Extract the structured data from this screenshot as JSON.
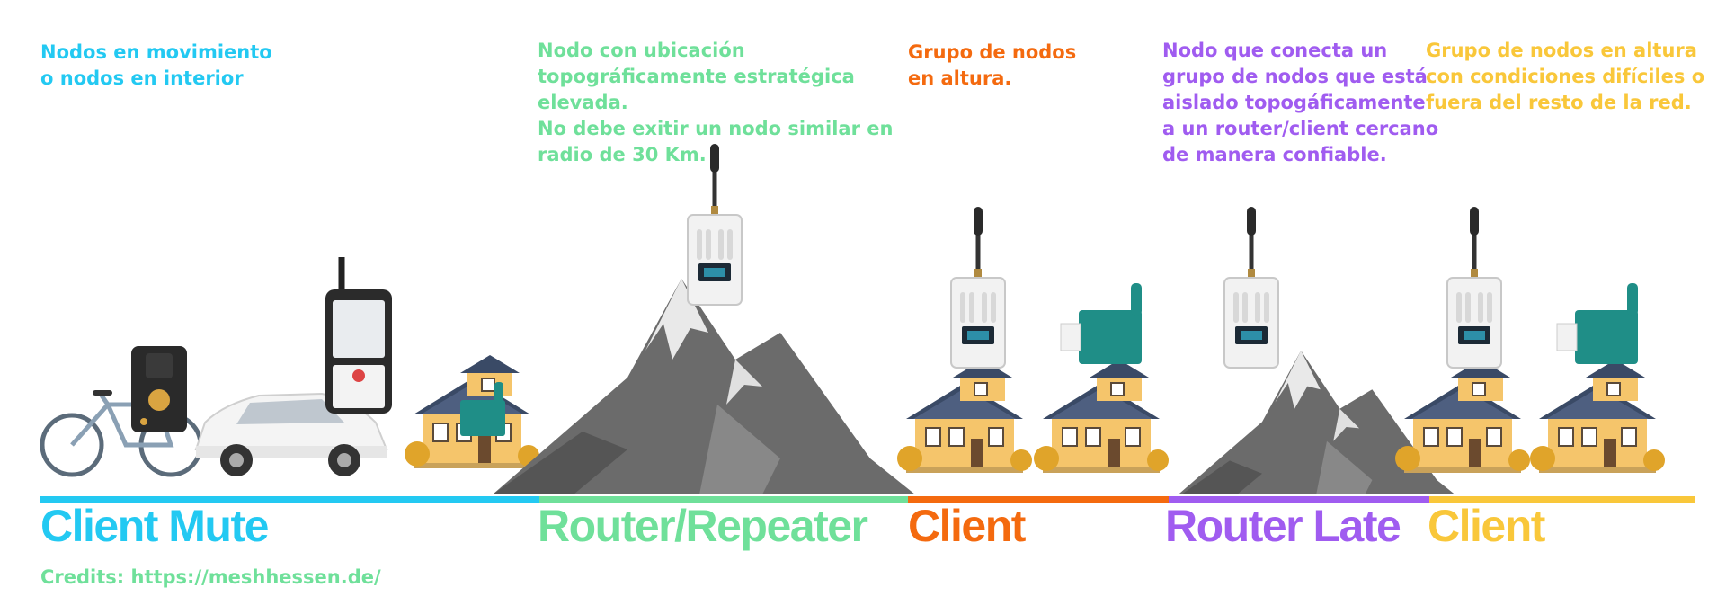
{
  "colors": {
    "client_mute": "#23c9f2",
    "router_repeater": "#6fe09a",
    "client": "#f46a0f",
    "router_late": "#a05cf0",
    "client_yellow": "#f9c73a"
  },
  "descriptions": {
    "client_mute": [
      "Nodos en movimiento",
      "o nodos en interior"
    ],
    "router_repeater": [
      "Nodo con ubicación",
      "topográficamente estratégica",
      "elevada.",
      "No debe exitir un nodo similar en",
      "radio de 30 Km."
    ],
    "client": [
      "Grupo de nodos",
      "en altura."
    ],
    "router_late": [
      "Nodo que conecta un",
      "grupo de nodos que está",
      "aislado topogáficamente",
      "a un router/client cercano",
      "de manera confiable."
    ],
    "client_yellow": [
      "Grupo de nodos en altura",
      "con condiciones difíciles o",
      "fuera del resto de la red."
    ]
  },
  "roles": {
    "client_mute": "Client Mute",
    "router_repeater": "Router/Repeater",
    "client": "Client",
    "router_late": "Router Late",
    "client_yellow": "Client"
  },
  "credits": "Credits: https://meshhessen.de/"
}
